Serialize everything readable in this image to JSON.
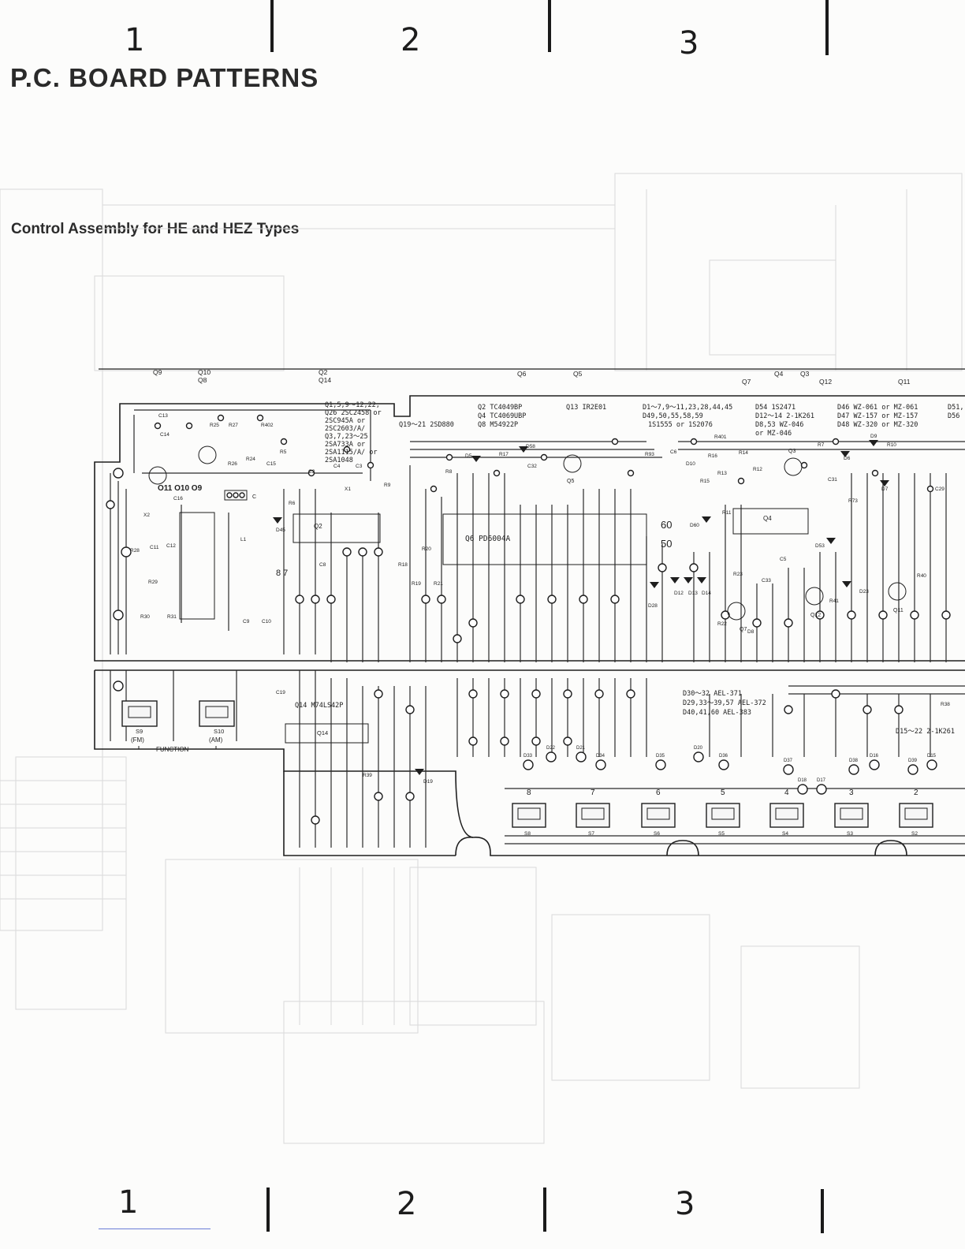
{
  "grid": {
    "top": [
      "1",
      "2",
      "3"
    ],
    "bottom": [
      "1",
      "2",
      "3"
    ]
  },
  "title": "P.C. BOARD  PATTERNS",
  "subtitle": "Control Assembly for HE and HEZ Types",
  "header_refs": {
    "q9": "Q9",
    "q10": "Q10",
    "q8": "Q8",
    "q2": "Q2",
    "q14": "Q14",
    "q6": "Q6",
    "q5": "Q5",
    "q7": "Q7",
    "q4": "Q4",
    "q3": "Q3",
    "q12": "Q12",
    "q11": "Q11"
  },
  "parts_legend": [
    "Q1,5,9～12,22,",
    "Q26    2SC2458 or",
    "  2SC945A    or",
    "  2SC2603/A/",
    "Q3,7,23～25",
    "  2SA733A  or",
    "  2SA1115/A/ or",
    "  2SA1048"
  ],
  "ic_legend": [
    "Q2   TC4049BP",
    "Q4   TC4069UBP",
    "Q8   M54922P"
  ],
  "misc_legend": {
    "q13": "Q13  IR2E01",
    "q19": "Q19～21  2SD880",
    "main_ic": "Q6  PD6004A",
    "q14_ic": "Q14  M74LS42P"
  },
  "diode_legend": [
    "D1～7,9～11,23,28,44,45",
    "D49,50,55,58,59",
    "1S1555  or  1S2076"
  ],
  "diode_legend2": [
    "D54   1S2471",
    "D12～14   2-1K261",
    "D8,53   WZ-046",
    "      or  MZ-046"
  ],
  "zener_legend": [
    "D46   WZ-061  or  MZ-061",
    "D47   WZ-157  or  MZ-157",
    "D48   WZ-320  or  MZ-320"
  ],
  "zener_legend2": [
    "D51,",
    "D56"
  ],
  "led_legend": [
    "D30～32   AEL-371",
    "D29,33～39,57   AEL-372",
    "D40,41,60   AEL-383"
  ],
  "led_legend2": "D15～22   2-1K261",
  "function_switches": {
    "s9": "S9",
    "fm": "(FM)",
    "s10": "S10",
    "am": "(AM)",
    "function": "FUNCTION"
  },
  "switch_row": [
    {
      "num": "8",
      "sw": "S8"
    },
    {
      "num": "7",
      "sw": "S7"
    },
    {
      "num": "6",
      "sw": "S6"
    },
    {
      "num": "5",
      "sw": "S5"
    },
    {
      "num": "4",
      "sw": "S4"
    },
    {
      "num": "3",
      "sw": "S3"
    },
    {
      "num": "2",
      "sw": "S2"
    }
  ],
  "leds_row": [
    "D33",
    "D22",
    "D21",
    "D34",
    "D35",
    "D20",
    "D36",
    "D37",
    "D18",
    "D17",
    "D38",
    "D16",
    "D39",
    "D15"
  ],
  "components": {
    "c13": "C13",
    "c14": "C14",
    "r27": "R27",
    "r402": "R402",
    "r25": "R25",
    "r26": "R26",
    "r24": "R24",
    "r5": "R5",
    "c15": "C15",
    "r6": "R6",
    "c2": "C2",
    "c4": "C4",
    "c3": "C3",
    "x1": "X1",
    "r9": "R9",
    "r8": "R8",
    "d5": "D5",
    "r17": "R17",
    "d58": "D58",
    "c32": "C32",
    "q5l": "Q5",
    "r93": "R93",
    "c6": "C6",
    "d10": "D10",
    "r401": "R401",
    "r14": "R14",
    "r16": "R16",
    "r13": "R13",
    "r15": "R15",
    "r12": "R12",
    "q3l": "Q3",
    "r7": "R7",
    "c31": "C31",
    "d6": "D6",
    "d9": "D9",
    "r10": "R10",
    "r73": "R73",
    "d7": "D7",
    "c29": "C29",
    "c16": "C16",
    "x2": "X2",
    "r28": "R28",
    "c11": "C11",
    "c12": "C12",
    "r29": "R29",
    "r30": "R30",
    "r31": "R31",
    "l1": "L1",
    "d45": "D45",
    "c8": "C8",
    "c9": "C9",
    "c10": "C10",
    "r18": "R18",
    "r19": "R19",
    "r20": "R20",
    "r21": "R21",
    "d28": "D28",
    "d12": "D12",
    "d13": "D13",
    "d14": "D14",
    "d60": "D60",
    "r11": "R11",
    "r23": "R23",
    "c33": "C33",
    "c5": "C5",
    "q7l": "Q7",
    "r22": "R22",
    "d8": "D8",
    "q12l": "Q12",
    "r41": "R41",
    "d23": "D23",
    "q11l": "Q11",
    "r40": "R40",
    "d53": "D53",
    "c19": "C19",
    "r39": "R39",
    "d19": "D19",
    "r38": "R38"
  }
}
